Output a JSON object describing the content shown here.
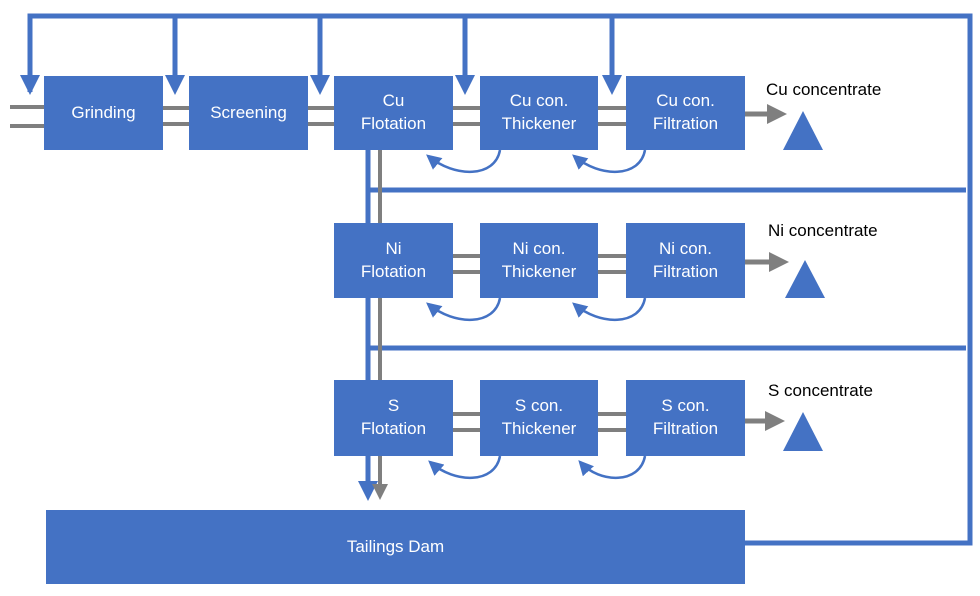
{
  "colors": {
    "unit_fill": "#4472c4",
    "water_line": "#4472c4",
    "slurry_line": "#7f7f7f",
    "product_pile": "#4472c4",
    "text_on_unit": "#ffffff",
    "text_label": "#000000"
  },
  "units": {
    "grinding": {
      "line1": "Grinding"
    },
    "screening": {
      "line1": "Screening"
    },
    "cu_flotation": {
      "line1": "Cu",
      "line2": "Flotation"
    },
    "cu_thickener": {
      "line1": "Cu con.",
      "line2": "Thickener"
    },
    "cu_filtration": {
      "line1": "Cu con.",
      "line2": "Filtration"
    },
    "ni_flotation": {
      "line1": "Ni",
      "line2": "Flotation"
    },
    "ni_thickener": {
      "line1": "Ni con.",
      "line2": "Thickener"
    },
    "ni_filtration": {
      "line1": "Ni con.",
      "line2": "Filtration"
    },
    "s_flotation": {
      "line1": "S",
      "line2": "Flotation"
    },
    "s_thickener": {
      "line1": "S con.",
      "line2": "Thickener"
    },
    "s_filtration": {
      "line1": "S con.",
      "line2": "Filtration"
    },
    "tailings_dam": {
      "line1": "Tailings Dam"
    }
  },
  "products": {
    "cu": "Cu concentrate",
    "ni": "Ni concentrate",
    "s": "S concentrate"
  }
}
